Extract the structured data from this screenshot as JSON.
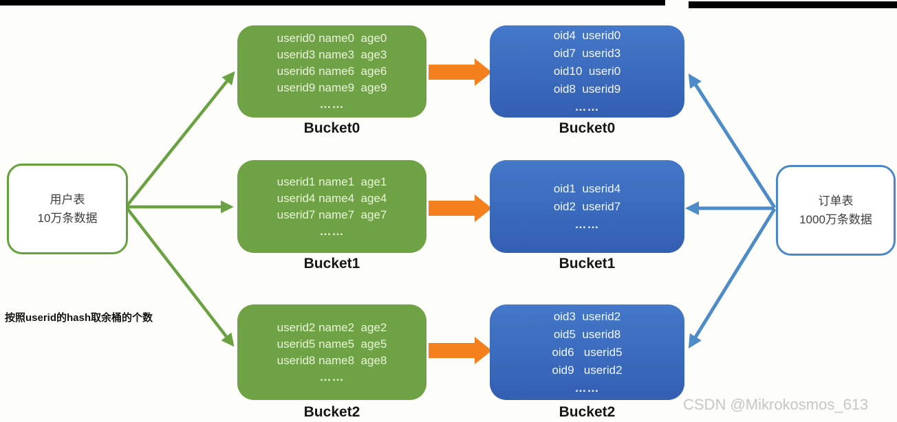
{
  "left_node": {
    "line1": "用户表",
    "line2": "10万条数据"
  },
  "right_node": {
    "line1": "订单表",
    "line2": "1000万条数据"
  },
  "note": "按照userid的hash取余桶的个数",
  "watermark": "CSDN @Mikrokosmos_613",
  "user_buckets": [
    {
      "label": "Bucket0",
      "rows": [
        "userid0 name0  age0",
        "userid3 name3  age3",
        "userid6 name6  age6",
        "userid9 name9  age9",
        "……"
      ]
    },
    {
      "label": "Bucket1",
      "rows": [
        "userid1 name1  age1",
        "userid4 name4  age4",
        "userid7 name7  age7",
        "……"
      ]
    },
    {
      "label": "Bucket2",
      "rows": [
        "userid2 name2  age2",
        "userid5 name5  age5",
        "userid8 name8  age8",
        "……"
      ]
    }
  ],
  "order_buckets": [
    {
      "label": "Bucket0",
      "rows": [
        "oid4  userid0",
        "oid7  userid3",
        "oid10  useri0",
        "oid8  userid9",
        "……"
      ]
    },
    {
      "label": "Bucket1",
      "rows": [
        "oid1  userid4",
        "oid2  userid7",
        "……"
      ]
    },
    {
      "label": "Bucket2",
      "rows": [
        "oid3  userid2",
        "oid5  userid8",
        "oid6   userid5",
        "oid9   userid2",
        "……"
      ]
    }
  ],
  "colors": {
    "user_bucket_fill": "#6EA245",
    "order_bucket_fill": "#3A6BBD",
    "hash_arrow_orange": "#F5801E",
    "user_arrow_green": "#6AA243",
    "order_arrow_blue": "#4E8BC9",
    "user_node_border": "#63A13B",
    "order_node_border": "#4A86C8",
    "top_bar": "#000000"
  }
}
